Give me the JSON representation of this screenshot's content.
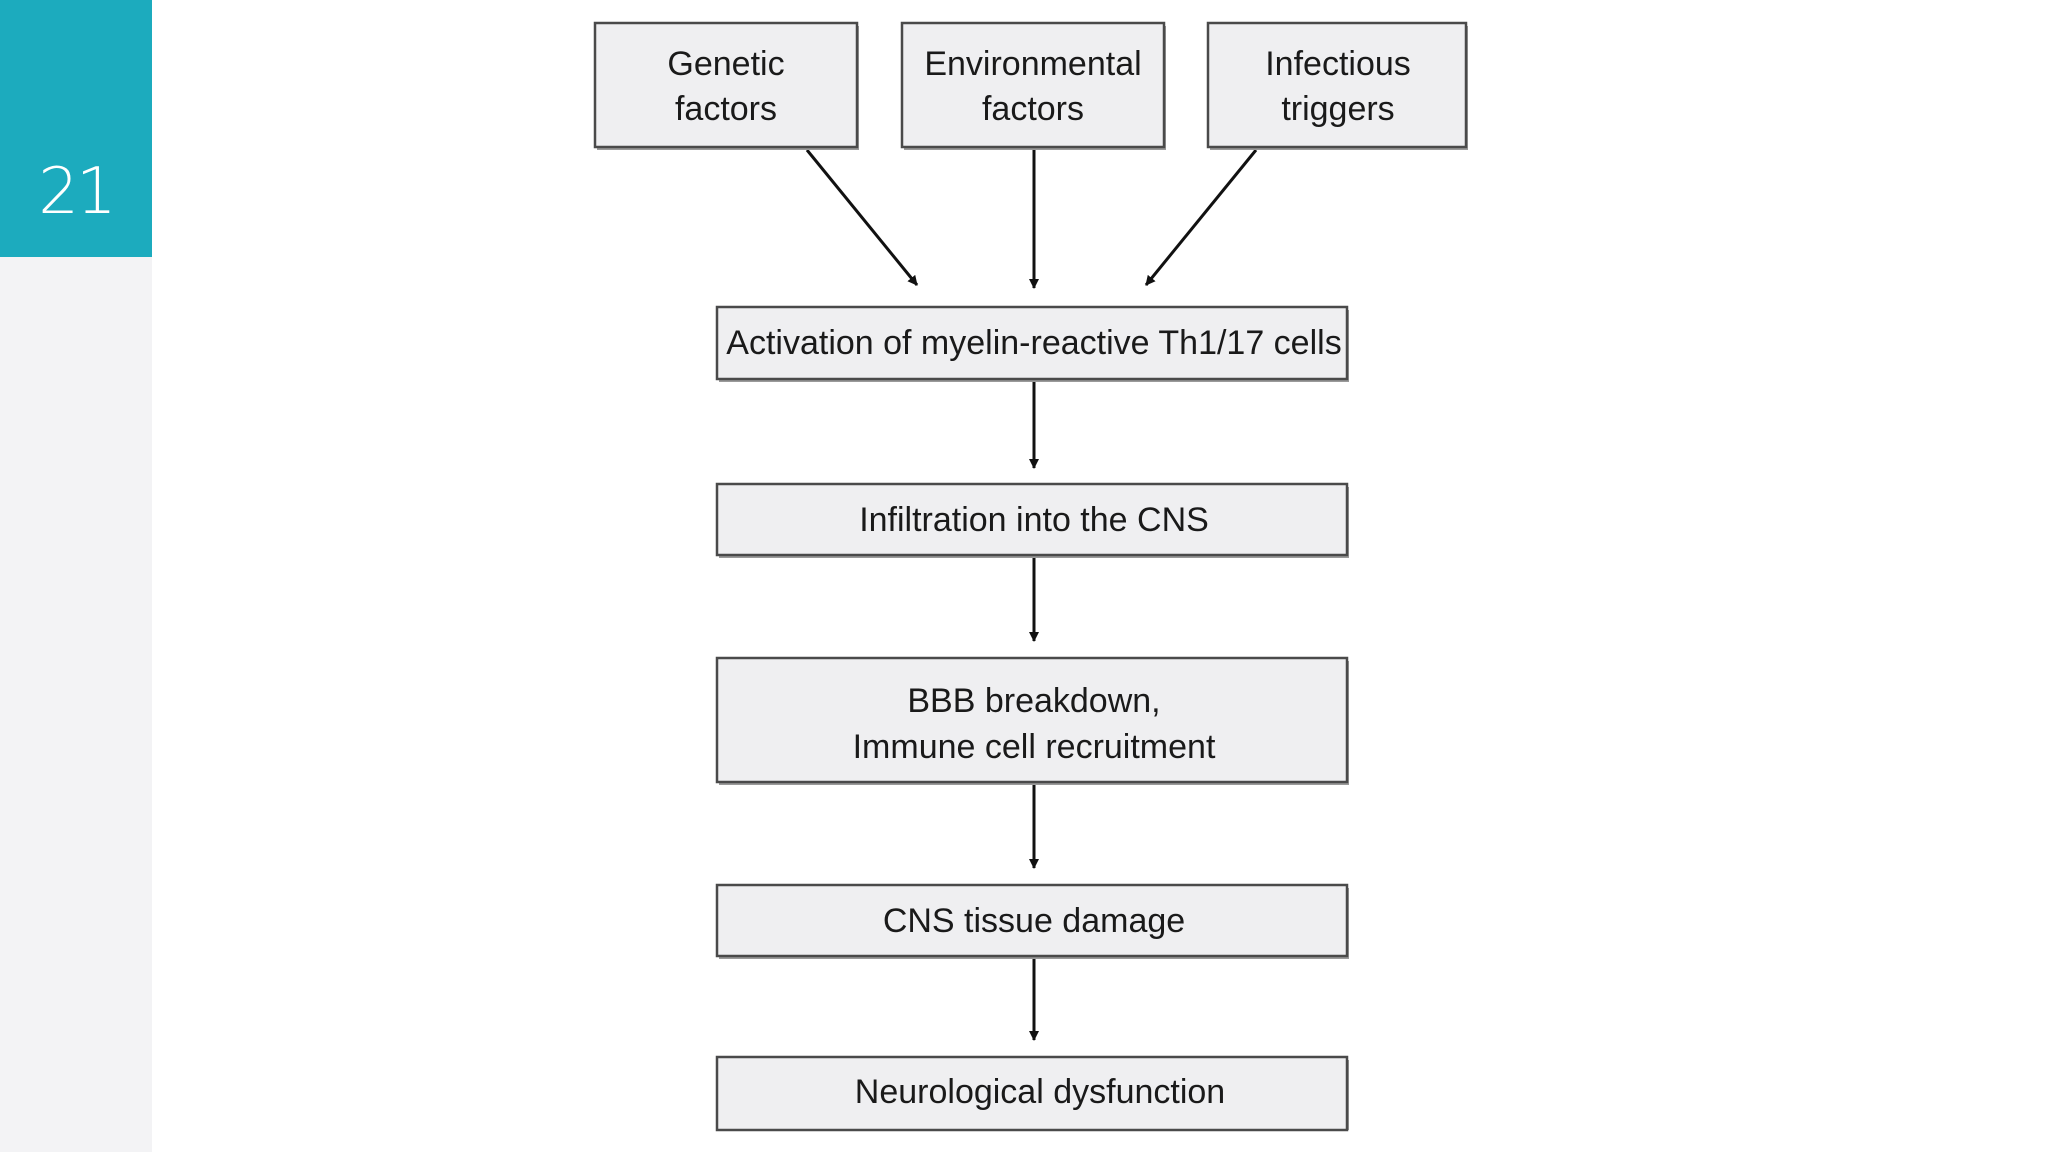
{
  "slide": {
    "number": "21",
    "accent_color": "#1cabbe"
  },
  "diagram": {
    "causes": [
      {
        "id": "genetic",
        "lines": [
          "Genetic",
          "factors"
        ]
      },
      {
        "id": "environmental",
        "lines": [
          "Environmental",
          "factors"
        ]
      },
      {
        "id": "infectious",
        "lines": [
          "Infectious",
          "triggers"
        ]
      }
    ],
    "steps": [
      {
        "id": "activation",
        "lines": [
          "Activation of myelin-reactive Th1/17 cells"
        ]
      },
      {
        "id": "infiltration",
        "lines": [
          "Infiltration into the CNS"
        ]
      },
      {
        "id": "bbb",
        "lines": [
          "BBB breakdown,",
          "Immune cell recruitment"
        ]
      },
      {
        "id": "damage",
        "lines": [
          "CNS tissue damage"
        ]
      },
      {
        "id": "dysfunction",
        "lines": [
          "Neurological dysfunction"
        ]
      }
    ]
  }
}
